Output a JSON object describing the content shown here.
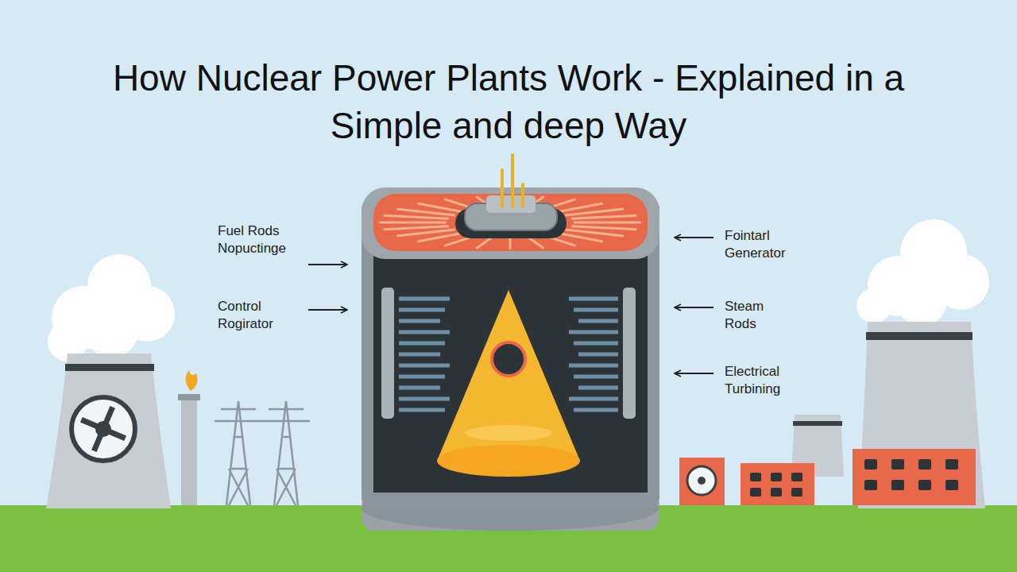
{
  "diagram": {
    "title": "How Nuclear Power Plants Work - Explained in a Simple and deep Way",
    "labels": [
      "Fuel Rods Nopuctinge",
      "Control Rogirator",
      "Fointarl Generator",
      "Steam Rods",
      "Electrical Turbining"
    ]
  }
}
